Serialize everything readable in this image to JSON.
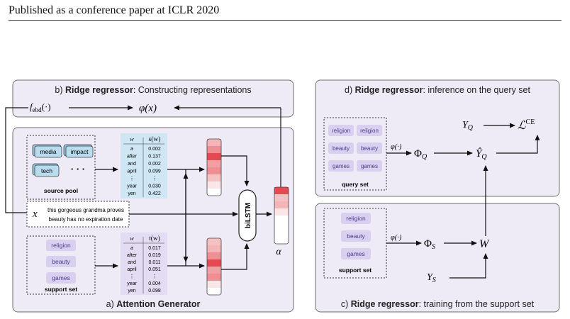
{
  "header": "Published as a conference paper at ICLR 2020",
  "panels": {
    "b": {
      "prefix": "b) ",
      "title": "Ridge regressor",
      "rest": ": Constructing representations"
    },
    "a": {
      "prefix": "a) ",
      "title": "Attention Generator"
    },
    "d": {
      "prefix": "d) ",
      "title": "Ridge regressor",
      "rest": ": inference on the query set"
    },
    "c": {
      "prefix": "c) ",
      "title": "Ridge regressor",
      "rest": ": training from the support set"
    }
  },
  "math": {
    "f_ebd": "f",
    "f_ebd_sub": "ebd",
    "f_ebd_arg": "(·)",
    "phi_x": "φ(x)",
    "x": "x",
    "alpha": "α",
    "phi_dot": "φ(·)",
    "Phi_Q": "Φ",
    "Phi_Q_sub": "Q",
    "Yhat_Q": "Ŷ",
    "Yhat_Q_sub": "Q",
    "Y_Q": "Y",
    "Y_Q_sub": "Q",
    "L": "ℒ",
    "L_sup": "CE",
    "Phi_S": "Φ",
    "Phi_S_sub": "S",
    "W": "W",
    "Y_S": "Y",
    "Y_S_sub": "S"
  },
  "source_pool": {
    "label": "source pool",
    "chips": [
      "media",
      "impact",
      "tech"
    ],
    "ellipsis": "· · ·"
  },
  "support_set": {
    "label": "support set",
    "items": [
      "religion",
      "beauty",
      "games"
    ]
  },
  "query_set": {
    "label": "query set",
    "items": [
      "religion",
      "religion",
      "beauty",
      "beauty",
      "games",
      "games"
    ]
  },
  "input_text": {
    "line1": "this gorgeous grandma proves",
    "line2": "beauty has no expiration date"
  },
  "bilstm": "biLSTM",
  "table_s": {
    "col1": "w",
    "col2": "s(w)",
    "rows": [
      [
        "a",
        "0.002"
      ],
      [
        "after",
        "0.137"
      ],
      [
        "and",
        "0.002"
      ],
      [
        "april",
        "0.099"
      ],
      [
        "⋮",
        "⋮"
      ],
      [
        "year",
        "0.030"
      ],
      [
        "yen",
        "0.422"
      ]
    ]
  },
  "table_t": {
    "col1": "w",
    "col2": "t(w)",
    "rows": [
      [
        "a",
        "0.017"
      ],
      [
        "after",
        "0.019"
      ],
      [
        "and",
        "0.011"
      ],
      [
        "april",
        "0.051"
      ],
      [
        "⋮",
        "⋮"
      ],
      [
        "year",
        "0.004"
      ],
      [
        "yen",
        "0.098"
      ]
    ]
  },
  "colors": {
    "panel_fill": "#eeeaf6",
    "panel_stroke": "#6e6e6e",
    "table_s_fill": "#cfe6f5",
    "table_t_fill": "#e4dcf2",
    "chip_fill": "#b8dcee",
    "pill_fill": "#d9d0f0",
    "pill_text": "#4a3c8c",
    "heat": [
      "#f3b5b7",
      "#ef8f93",
      "#e44a51",
      "#f0a0a3",
      "#f5c2c4",
      "#ef8f93",
      "#fbe6e7",
      "#ffffff"
    ]
  }
}
